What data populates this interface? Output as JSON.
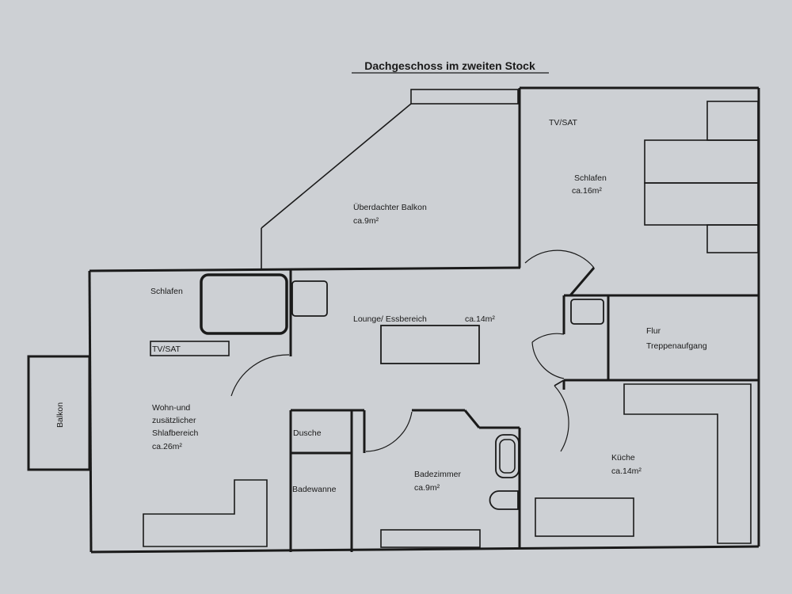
{
  "title": "Dachgeschoss im zweiten Stock",
  "rooms": {
    "covered_balcony": {
      "name": "Überdachter Balkon",
      "area": "ca.9m²"
    },
    "bedroom_main": {
      "tv": "TV/SAT",
      "name": "Schlafen",
      "area": "ca.16m²"
    },
    "bedroom_left": {
      "name": "Schlafen",
      "tv": "TV/SAT"
    },
    "lounge": {
      "name": "Lounge/ Essbereich",
      "area": "ca.14m²"
    },
    "hall": {
      "name": "Flur",
      "sub": "Treppenaufgang"
    },
    "balcony": {
      "name": "Balkon"
    },
    "living": {
      "line1": "Wohn-und",
      "line2": "zusätzlicher",
      "line3": "Shlafbereich",
      "area": "ca.26m²"
    },
    "shower": {
      "name": "Dusche"
    },
    "bathtub": {
      "name": "Badewanne"
    },
    "bathroom": {
      "name": "Badezimmer",
      "area": "ca.9m²"
    },
    "kitchen": {
      "name": "Küche",
      "area": "ca.14m²"
    }
  }
}
